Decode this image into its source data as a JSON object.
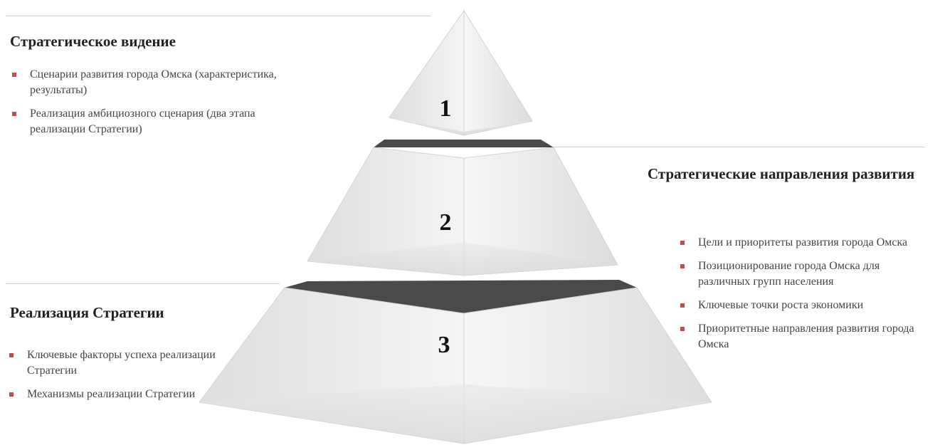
{
  "blocks": {
    "vision": {
      "title": "Стратегическое видение",
      "items": [
        "Сценарии развития города Омска (характеристика, результаты)",
        "Реализация амбициозного сценария (два этапа реализации Стратегии)"
      ]
    },
    "directions": {
      "title": "Стратегические направления развития",
      "items": [
        "Цели и приоритеты развития города Омска",
        "Позиционирование города Омска для различных групп населения",
        "Ключевые точки роста экономики",
        "Приоритетные направления развития города Омска"
      ]
    },
    "implementation": {
      "title": "Реализация Стратегии",
      "items": [
        "Ключевые факторы успеха реализации Стратегии",
        "Механизмы реализации Стратегии"
      ]
    }
  },
  "pyramid": {
    "levels": [
      "1",
      "2",
      "3"
    ],
    "colors": {
      "face_light": "#f2f2f2",
      "face_mid": "#e2e2e2",
      "face_dark": "#cfcfcf",
      "gap": "#4a4a4a",
      "bullet": "#c0504d"
    }
  }
}
